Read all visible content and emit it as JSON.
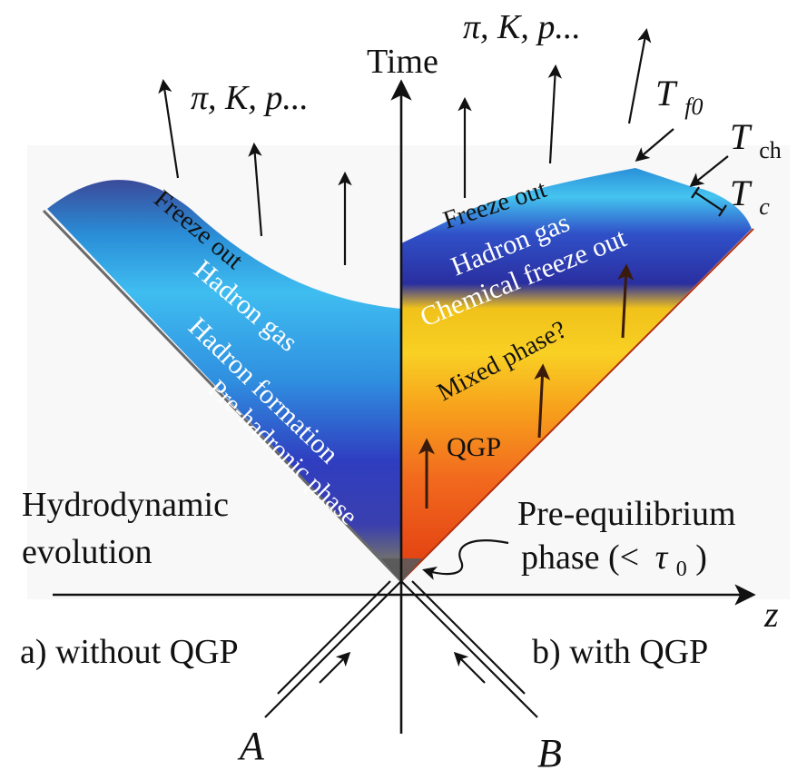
{
  "axes": {
    "time_label": "Time",
    "z_label": "z"
  },
  "particles": {
    "left": "π, K, p...",
    "right": "π, K, p..."
  },
  "left_side": {
    "freeze_out": "Freeze out",
    "hadron_gas": "Hadron gas",
    "hadron_formation": "Hadron formation",
    "pre_hadronic": "Pre-hadronic phase",
    "hydro_line1": "Hydrodynamic",
    "hydro_line2": "evolution",
    "caption": "a) without QGP"
  },
  "right_side": {
    "freeze_out": "Freeze out",
    "hadron_gas": "Hadron gas",
    "chemical_freeze_out": "Chemical freeze out",
    "mixed_phase": "Mixed phase?",
    "qgp": "QGP",
    "pre_eq_line1": "Pre-equilibrium",
    "pre_eq_line2_text": "phase (<",
    "pre_eq_line2_tau": "τ",
    "pre_eq_line2_sub": "0",
    "pre_eq_line2_close": ")",
    "caption": "b) with QGP"
  },
  "temperatures": {
    "tf0_T": "T",
    "tf0_sub": "f0",
    "tch_T": "T",
    "tch_sub": "ch",
    "tc_T": "T",
    "tc_sub": "c"
  },
  "beams": {
    "a": "A",
    "b": "B"
  },
  "colors": {
    "hadron_gas_light": "#3ec0ee",
    "hadron_formation_blue": "#2a35b0",
    "pre_hadronic_gray": "#6e6e6e",
    "mixed_yellow": "#f6c21a",
    "qgp_orange": "#f05a1c",
    "chemical_blue": "#2c34a8"
  }
}
